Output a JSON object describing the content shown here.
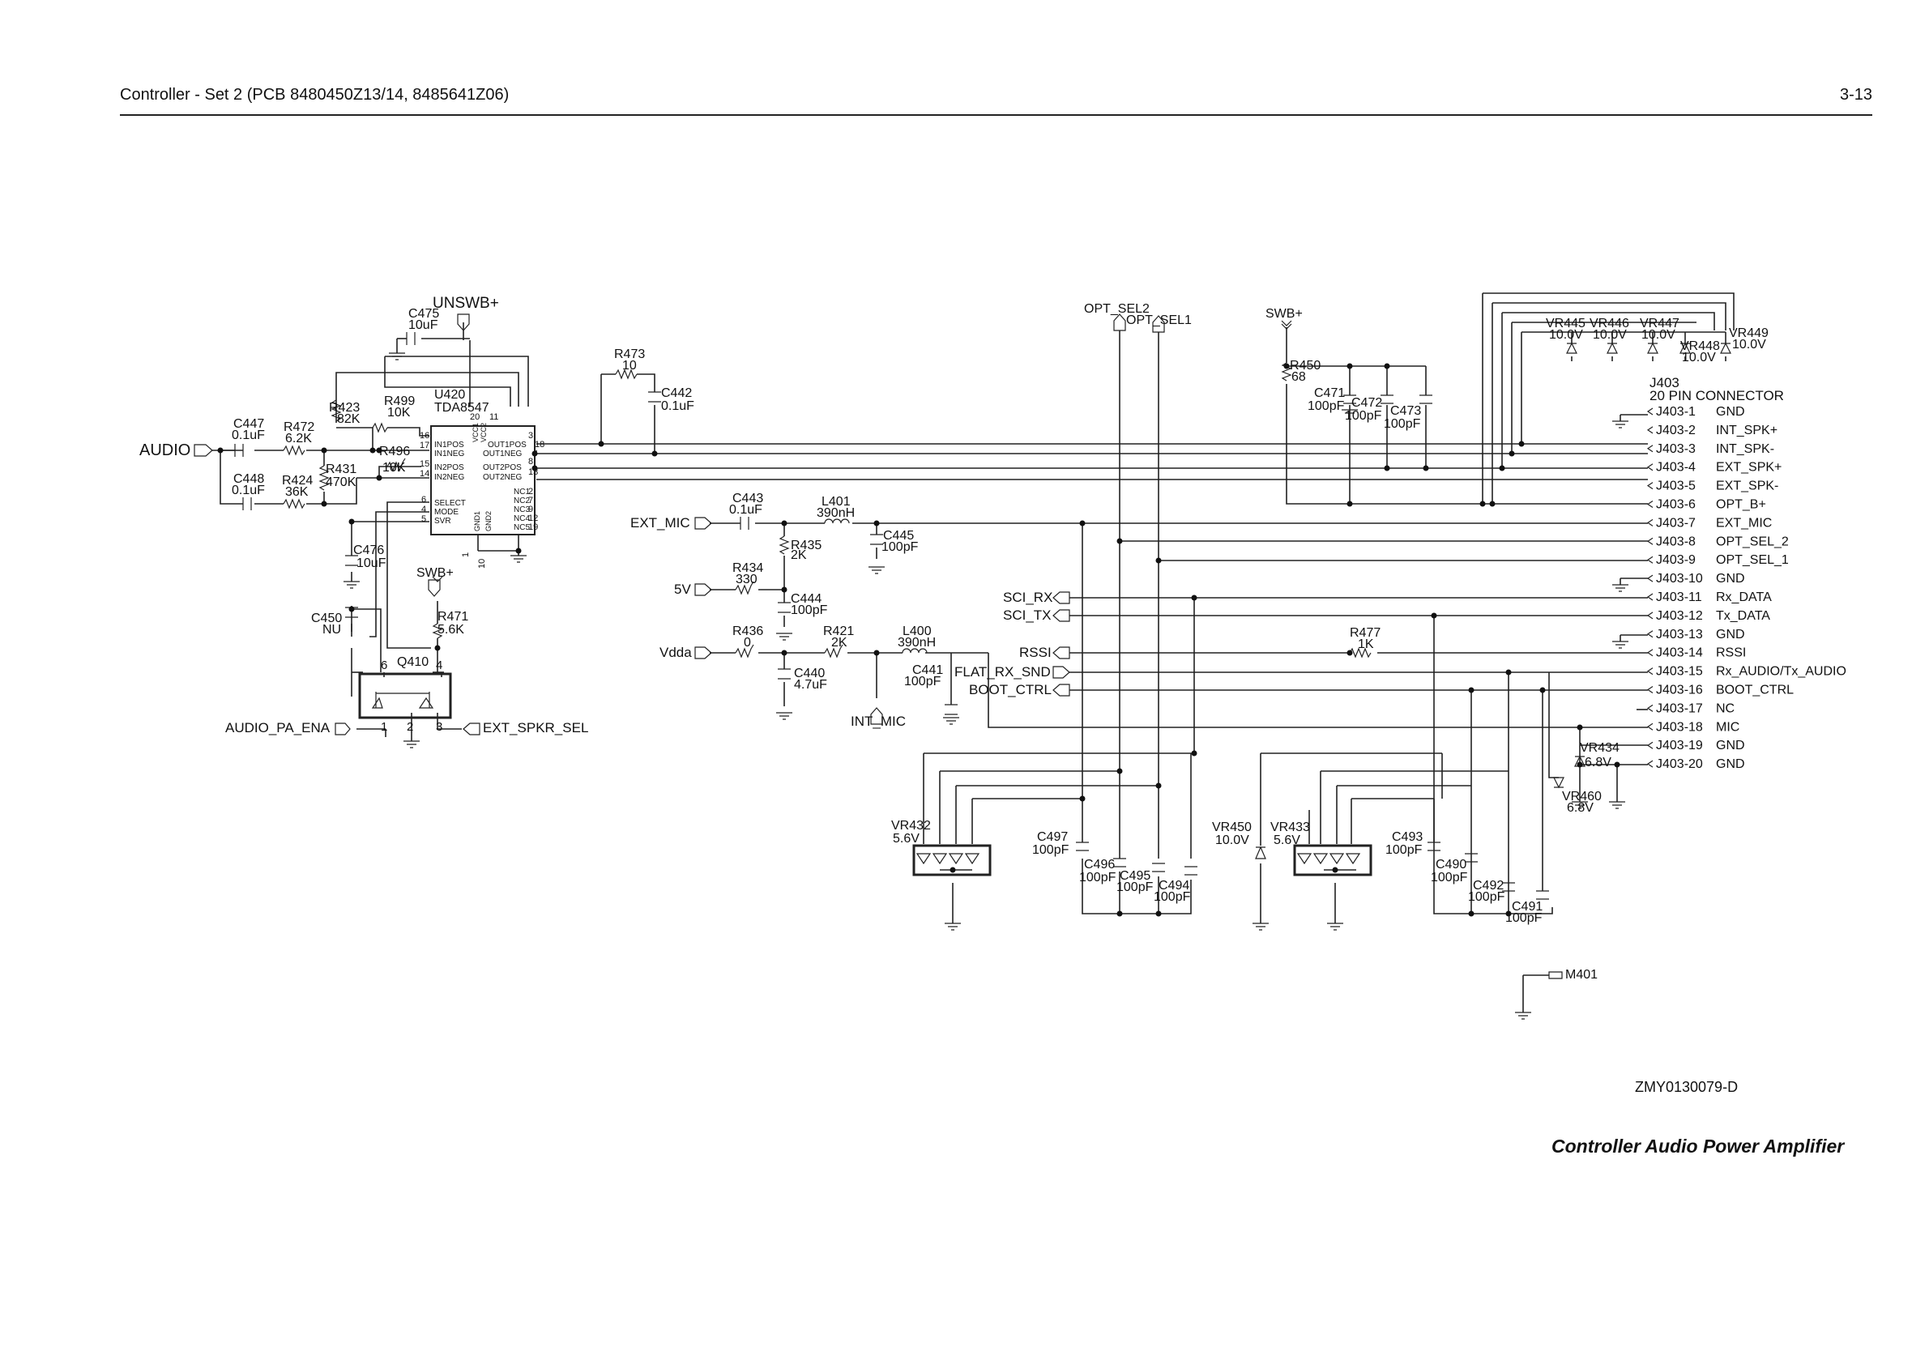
{
  "header": {
    "title": "Controller - Set 2 (PCB 8480450Z13/14, 8485641Z06)",
    "page_number": "3-13"
  },
  "footer": {
    "drawing_number": "ZMY0130079-D",
    "caption": "Controller Audio Power Amplifier"
  },
  "labels": {
    "audio": "AUDIO",
    "unswb": "UNSWB+",
    "swb_left": "SWB+",
    "swb_right": "SWB+",
    "ext_mic": "EXT_MIC",
    "five_v": "5V",
    "vdda": "Vdda",
    "int_mic": "INT_MIC",
    "audio_pa_ena": "AUDIO_PA_ENA",
    "ext_spkr_sel": "EXT_SPKR_SEL",
    "opt_sel2": "OPT_SEL2",
    "opt_sel1": "OPT_SEL1",
    "sci_rx": "SCI_RX",
    "sci_tx": "SCI_TX",
    "rssi": "RSSI",
    "flat_rx_snd": "FLAT_RX_SND",
    "boot_ctrl": "BOOT_CTRL",
    "m401": "M401"
  },
  "ic_u420": {
    "ref": "U420",
    "part": "TDA8547",
    "pins_left": [
      "IN1POS",
      "IN1NEG",
      "IN2POS",
      "IN2NEG",
      "SELECT",
      "MODE",
      "SVR"
    ],
    "pins_left_num": [
      "16",
      "17",
      "15",
      "14",
      "6",
      "4",
      "5"
    ],
    "pins_right": [
      "OUT1POS",
      "OUT1NEG",
      "OUT2POS",
      "OUT2NEG",
      "NC1",
      "NC2",
      "NC3",
      "NC4",
      "NC5"
    ],
    "pins_right_num": [
      "3",
      "18",
      "8",
      "13",
      "2",
      "7",
      "9",
      "12",
      "19"
    ],
    "pins_top": [
      "VCC1",
      "VCC2"
    ],
    "pins_top_num": [
      "20",
      "11"
    ],
    "pins_bottom": [
      "GND1",
      "GND2"
    ],
    "pins_bottom_num": [
      "1",
      "10"
    ]
  },
  "q410": {
    "ref": "Q410",
    "pins": [
      "6",
      "4",
      "1",
      "2",
      "3"
    ]
  },
  "components": {
    "C475": [
      "C475",
      "10uF"
    ],
    "C447": [
      "C447",
      "0.1uF"
    ],
    "R472": [
      "R472",
      "6.2K"
    ],
    "C448": [
      "C448",
      "0.1uF"
    ],
    "R424": [
      "R424",
      "36K"
    ],
    "R431": [
      "R431",
      "470K"
    ],
    "R423": [
      "R423",
      "82K"
    ],
    "R499": [
      "R499",
      "10K"
    ],
    "R496": [
      "R496",
      "10K"
    ],
    "C476": [
      "C476",
      "10uF"
    ],
    "C450": [
      "C450",
      "NU"
    ],
    "R471": [
      "R471",
      "5.6K"
    ],
    "R473": [
      "R473",
      "10"
    ],
    "C442": [
      "C442",
      "0.1uF"
    ],
    "C443": [
      "C443",
      "0.1uF"
    ],
    "L401": [
      "L401",
      "390nH"
    ],
    "R435": [
      "R435",
      "2K"
    ],
    "C445": [
      "C445",
      "100pF"
    ],
    "R434": [
      "R434",
      "330"
    ],
    "C444": [
      "C444",
      "100pF"
    ],
    "R436": [
      "R436",
      "0"
    ],
    "R421": [
      "R421",
      "2K"
    ],
    "L400": [
      "L400",
      "390nH"
    ],
    "C440": [
      "C440",
      "4.7uF"
    ],
    "C441": [
      "C441",
      "100pF"
    ],
    "R450": [
      "R450",
      "68"
    ],
    "C471": [
      "C471",
      "100pF"
    ],
    "C472": [
      "C472",
      "100pF"
    ],
    "C473": [
      "C473",
      "100pF"
    ],
    "R477": [
      "R477",
      "1K"
    ],
    "VR445": [
      "VR445",
      "10.0V"
    ],
    "VR446": [
      "VR446",
      "10.0V"
    ],
    "VR447": [
      "VR447",
      "10.0V"
    ],
    "VR448": [
      "VR448",
      "10.0V"
    ],
    "VR449": [
      "VR449",
      "10.0V"
    ],
    "VR434": [
      "VR434",
      "6.8V"
    ],
    "VR460": [
      "VR460",
      "6.8V"
    ],
    "VR432": [
      "VR432",
      "5.6V"
    ],
    "VR433": [
      "VR433",
      "5.6V"
    ],
    "VR450": [
      "VR450",
      "10.0V"
    ],
    "C497": [
      "C497",
      "100pF"
    ],
    "C496": [
      "C496",
      "100pF"
    ],
    "C495": [
      "C495",
      "100pF"
    ],
    "C494": [
      "C494",
      "100pF"
    ],
    "C493": [
      "C493",
      "100pF"
    ],
    "C490": [
      "C490",
      "100pF"
    ],
    "C492": [
      "C492",
      "100pF"
    ],
    "C491": [
      "C491",
      "100pF"
    ]
  },
  "connector": {
    "ref": "J403",
    "title": "20 PIN CONNECTOR",
    "pins": [
      {
        "pin": "J403-1",
        "signal": "GND"
      },
      {
        "pin": "J403-2",
        "signal": "INT_SPK+"
      },
      {
        "pin": "J403-3",
        "signal": "INT_SPK-"
      },
      {
        "pin": "J403-4",
        "signal": "EXT_SPK+"
      },
      {
        "pin": "J403-5",
        "signal": "EXT_SPK-"
      },
      {
        "pin": "J403-6",
        "signal": "OPT_B+"
      },
      {
        "pin": "J403-7",
        "signal": "EXT_MIC"
      },
      {
        "pin": "J403-8",
        "signal": "OPT_SEL_2"
      },
      {
        "pin": "J403-9",
        "signal": "OPT_SEL_1"
      },
      {
        "pin": "J403-10",
        "signal": "GND"
      },
      {
        "pin": "J403-11",
        "signal": "Rx_DATA"
      },
      {
        "pin": "J403-12",
        "signal": "Tx_DATA"
      },
      {
        "pin": "J403-13",
        "signal": "GND"
      },
      {
        "pin": "J403-14",
        "signal": "RSSI"
      },
      {
        "pin": "J403-15",
        "signal": "Rx_AUDIO/Tx_AUDIO"
      },
      {
        "pin": "J403-16",
        "signal": "BOOT_CTRL"
      },
      {
        "pin": "J403-17",
        "signal": "NC"
      },
      {
        "pin": "J403-18",
        "signal": "MIC"
      },
      {
        "pin": "J403-19",
        "signal": "GND"
      },
      {
        "pin": "J403-20",
        "signal": "GND"
      }
    ]
  }
}
